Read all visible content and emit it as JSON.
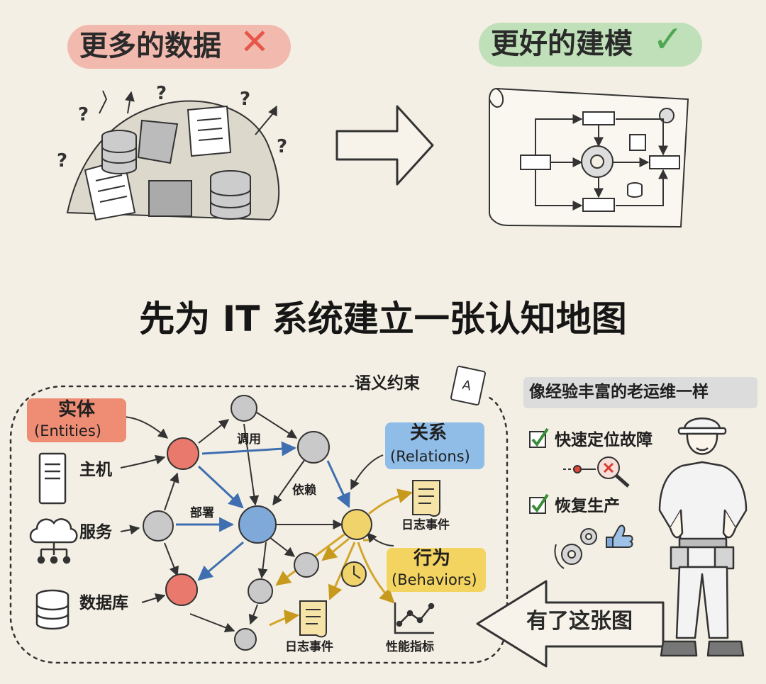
{
  "top": {
    "left_label": "更多的数据",
    "right_label": "更好的建模",
    "colors": {
      "bad": "#e6564a",
      "good": "#4fa653",
      "bad_bg": "#f2b9ae",
      "good_bg": "#bfe0b8"
    }
  },
  "main_title": "先为 IT 系统建立一张认知地图",
  "graph": {
    "semantic_label": "语义约束",
    "entities": {
      "title": "实体",
      "subtitle": "(Entities)"
    },
    "relations": {
      "title": "关系",
      "subtitle": "(Relations)"
    },
    "behaviors": {
      "title": "行为",
      "subtitle": "(Behaviors)"
    },
    "items": [
      {
        "label": "主机",
        "icon": "server-icon"
      },
      {
        "label": "服务",
        "icon": "cloud-network-icon"
      },
      {
        "label": "数据库",
        "icon": "database-icon"
      }
    ],
    "edge_labels": {
      "call": "调用",
      "depend": "依赖",
      "deploy": "部署"
    },
    "log_upper": "日志事件",
    "log_lower": "日志事件",
    "metric": "性能指标",
    "colors": {
      "entity": "#e8796c",
      "relation": "#7fa9d9",
      "behavior": "#f1d36b",
      "node": "#c9c9c9"
    }
  },
  "right": {
    "heading": "像经验丰富的老运维一样",
    "benefits": [
      {
        "label": "快速定位故障",
        "icon": "magnifier-fault-icon"
      },
      {
        "label": "恢复生产",
        "icon": "gears-thumbs-up-icon"
      }
    ],
    "arrow_label": "有了这张图",
    "figure": "engineer-icon"
  }
}
